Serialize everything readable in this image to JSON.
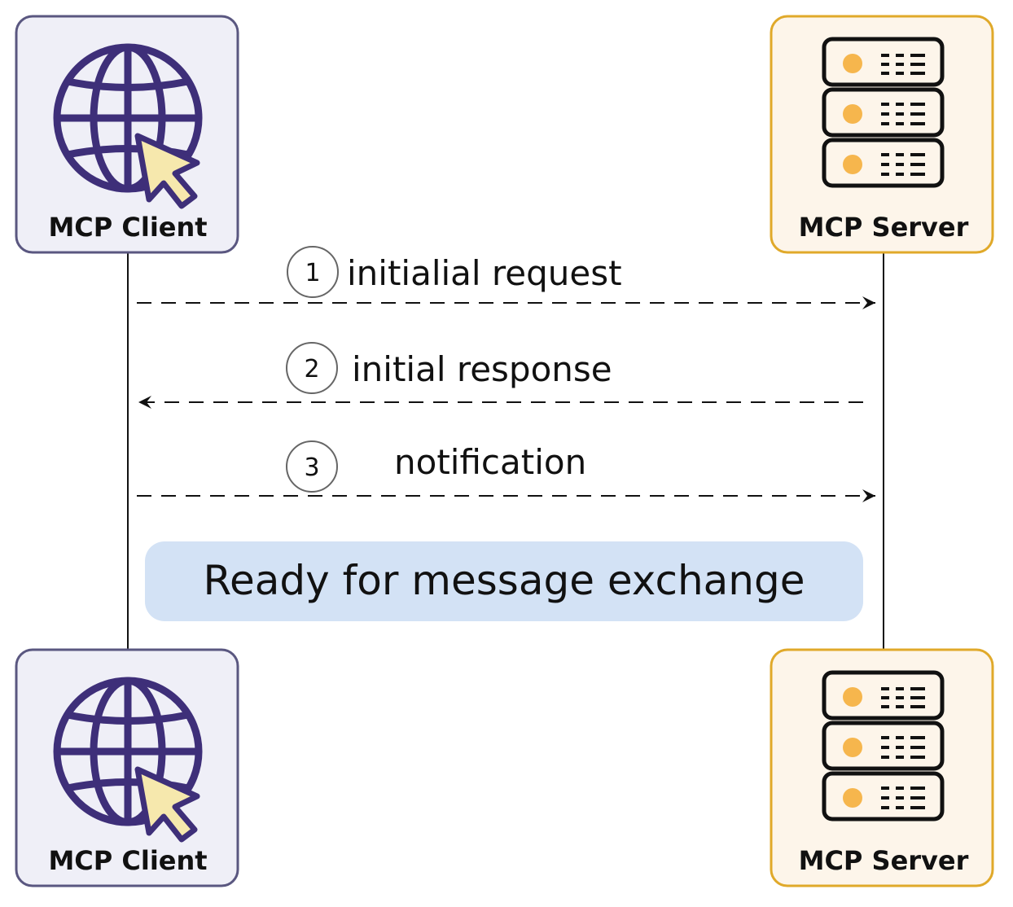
{
  "participants": {
    "client": {
      "label": "MCP Client",
      "icon": "globe-cursor-icon",
      "fill": "#efeff7",
      "stroke": "#5a5780"
    },
    "server": {
      "label": "MCP Server",
      "icon": "server-rack-icon",
      "fill": "#fdf5ea",
      "stroke": "#e0a92a"
    }
  },
  "messages": [
    {
      "step": "1",
      "label": "initialial request",
      "direction": "client-to-server"
    },
    {
      "step": "2",
      "label": "initial response",
      "direction": "server-to-client"
    },
    {
      "step": "3",
      "label": "notification",
      "direction": "client-to-server"
    }
  ],
  "status_banner": {
    "text": "Ready for message exchange",
    "fill": "#d3e2f5"
  },
  "colors": {
    "globe": "#3e2f79",
    "cursor": "#f6e8ad",
    "server_led": "#f6b64d"
  }
}
